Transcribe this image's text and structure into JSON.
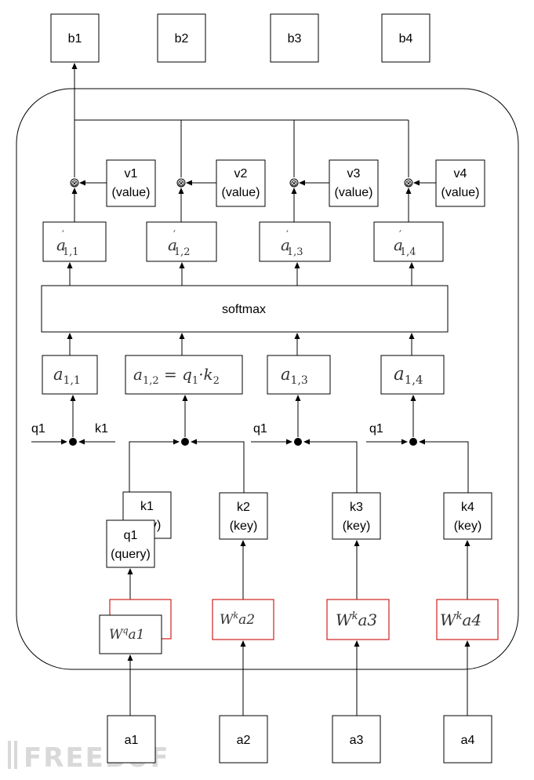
{
  "outputs": [
    "b1",
    "b2",
    "b3",
    "b4"
  ],
  "inputs": [
    "a1",
    "a2",
    "a3",
    "a4"
  ],
  "values": [
    {
      "name": "v1",
      "role": "(value)"
    },
    {
      "name": "v2",
      "role": "(value)"
    },
    {
      "name": "v3",
      "role": "(value)"
    },
    {
      "name": "v4",
      "role": "(value)"
    }
  ],
  "softmax_label": "softmax",
  "multiply_symbol": "⊗",
  "attention_prime": [
    {
      "base": "a",
      "sup": "′",
      "sub": "1,1"
    },
    {
      "base": "a",
      "sup": "′",
      "sub": "1,2"
    },
    {
      "base": "a",
      "sup": "′",
      "sub": "1,3"
    },
    {
      "base": "a",
      "sup": "′",
      "sub": "1,4"
    }
  ],
  "attention_scores": [
    {
      "base": "a",
      "sub": "1,1",
      "rest": ""
    },
    {
      "base": "a",
      "sub": "1,2",
      "rest": " = q",
      "rest_sub": "1",
      "rest2": "·k",
      "rest2_sub": "2"
    },
    {
      "base": "a",
      "sub": "1,3",
      "rest": ""
    },
    {
      "base": "a",
      "sub": "1,4",
      "rest": ""
    }
  ],
  "dot_labels": {
    "q_label": "q1",
    "k_label": "k1"
  },
  "keys": [
    {
      "name": "k1",
      "role": "(key)"
    },
    {
      "name": "k2",
      "role": "(key)"
    },
    {
      "name": "k3",
      "role": "(key)"
    },
    {
      "name": "k4",
      "role": "(key)"
    }
  ],
  "query": {
    "name": "q1",
    "role": "(query)"
  },
  "projections": [
    {
      "w": "W",
      "sup": "q",
      "rest": "a1"
    },
    {
      "w": "W",
      "sup": "k",
      "rest": "a2"
    },
    {
      "w": "W",
      "sup": "k",
      "rest": "a3"
    },
    {
      "w": "W",
      "sup": "k",
      "rest": "a4"
    }
  ],
  "watermark": "FREEBUF"
}
